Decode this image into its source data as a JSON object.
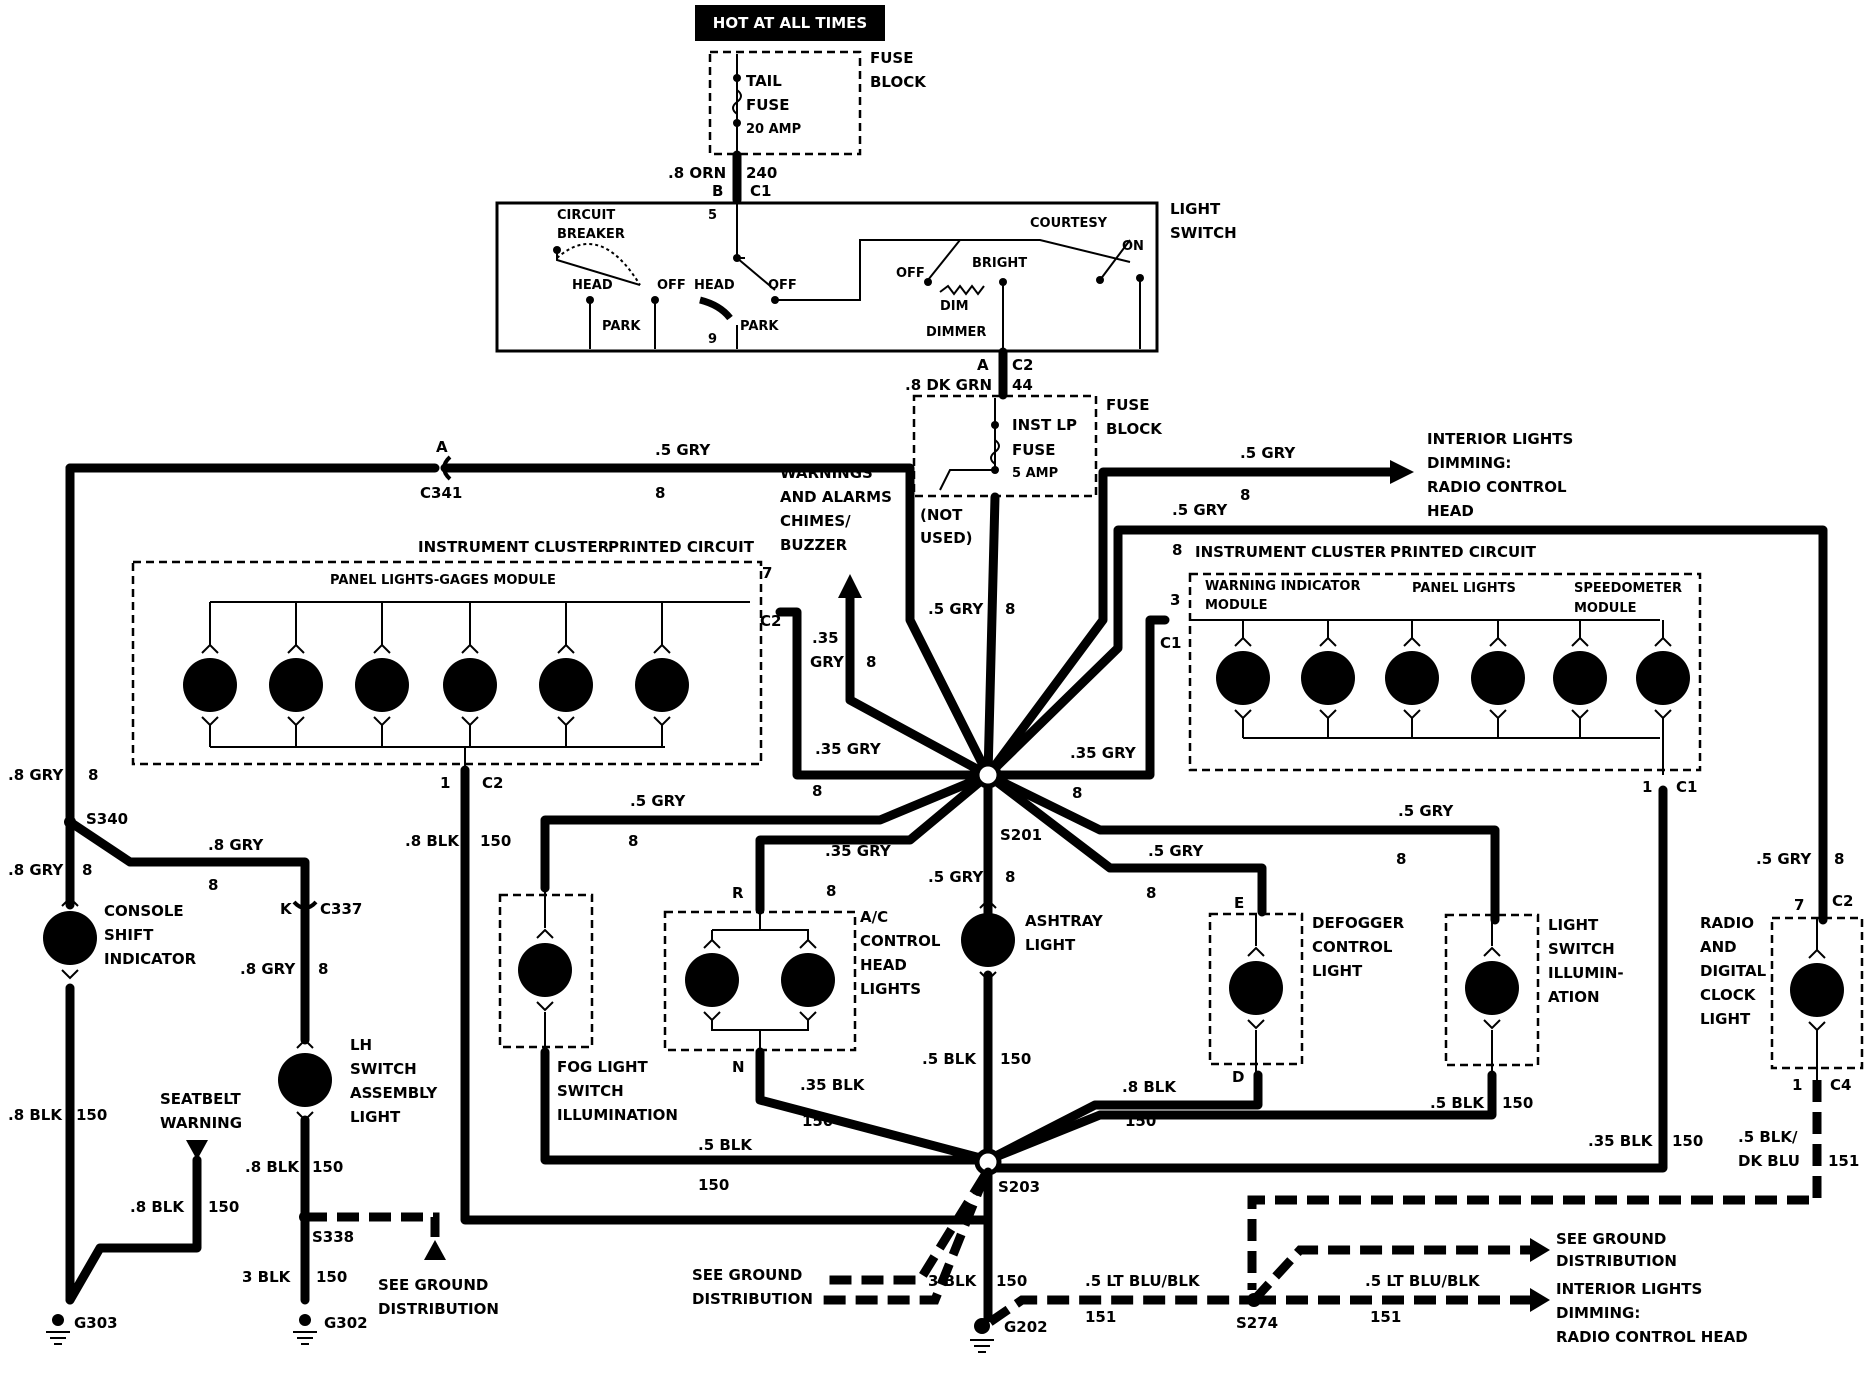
{
  "top_banner": "HOT AT ALL TIMES",
  "fuse_block_1": {
    "label_1": "FUSE",
    "label_2": "BLOCK",
    "fuse_1": "TAIL",
    "fuse_2": "FUSE",
    "fuse_3": "20 AMP"
  },
  "feed_wire": {
    "size": ".8 ORN",
    "circuit": "240",
    "pin": "B",
    "connector": "C1"
  },
  "light_switch": {
    "label_1": "LIGHT",
    "label_2": "SWITCH",
    "circuit_breaker_1": "CIRCUIT",
    "circuit_breaker_2": "BREAKER",
    "pin_5": "5",
    "pin_9": "9",
    "head_1": "HEAD",
    "off_1": "OFF",
    "park_1": "PARK",
    "head_2": "HEAD",
    "off_2": "OFF",
    "park_2": "PARK",
    "courtesy": "COURTESY",
    "on": "ON",
    "off_3": "OFF",
    "bright": "BRIGHT",
    "dim": "DIM",
    "dimmer": "DIMMER"
  },
  "switch_out": {
    "pin": "A",
    "connector": "C2",
    "circuit": "44",
    "size": ".8 DK GRN"
  },
  "fuse_block_2": {
    "label_1": "FUSE",
    "label_2": "BLOCK",
    "fuse_1": "INST LP",
    "fuse_2": "FUSE",
    "fuse_3": "5 AMP",
    "not_used_1": "(NOT",
    "not_used_2": "USED)"
  },
  "wires": {
    "gry5_top_left": ".5 GRY",
    "c8_a": "8",
    "c341_pin": "A",
    "c341": "C341",
    "gry5_right": ".5 GRY",
    "c8_b": "8",
    "gry5_right2": ".5 GRY",
    "c8_c": "8",
    "gry5_center": ".5 GRY",
    "c8_d": "8",
    "gry35_c2": ".35",
    "gry35_c2b": "GRY",
    "c8_e": "8",
    "gry35_left": ".35 GRY",
    "c8_f": "8",
    "gry35_right": ".35 GRY",
    "c8_g": "8",
    "gry8_left": ".8 GRY",
    "c8_h": "8",
    "gry8_s340": ".8 GRY",
    "c8_i": "8",
    "gry8_c337": ".8 GRY",
    "c8_j": "8",
    "gry8_c337b": ".8 GRY",
    "c8_k": "8",
    "gry5_fog": ".5 GRY",
    "c8_l": "8",
    "gry35_ac": ".35 GRY",
    "c8_m": "8",
    "gry5_ash": ".5 GRY",
    "c8_n": "8",
    "gry5_def": ".5 GRY",
    "c8_o": "8",
    "gry5_ls": ".5 GRY",
    "c8_p": "8",
    "gry5_radio": ".5 GRY",
    "c8_q": "8",
    "blk8_c2": ".8 BLK",
    "c150_a": "150",
    "blk8_left": ".8 BLK",
    "c150_b": "150",
    "blk8_seat": ".8 BLK",
    "c150_c": "150",
    "blk8_lh": ".8 BLK",
    "c150_d": "150",
    "blk3_g302": "3 BLK",
    "c150_e": "150",
    "blk5_fog": ".5 BLK",
    "c150_f": "150",
    "blk35_ac": ".35 BLK",
    "c150_g": "150",
    "blk5_ash": ".5 BLK",
    "c150_h": "150",
    "blk8_def": ".8 BLK",
    "c150_i": "150",
    "blk5_ls": ".5 BLK",
    "c150_j": "150",
    "blk35_c1": ".35 BLK",
    "c150_k": "150",
    "blk3_g202": "3 BLK",
    "c150_l": "150",
    "blk5_radio_1": ".5 BLK/",
    "blk5_radio_2": "DK BLU",
    "c151_a": "151",
    "ltblu_1": ".5 LT BLU/BLK",
    "c151_b": "151",
    "ltblu_2": ".5 LT BLU/BLK",
    "c151_c": "151"
  },
  "labels": {
    "warnings_1": "WARNINGS",
    "warnings_2": "AND ALARMS",
    "warnings_3": "CHIMES/",
    "warnings_4": "BUZZER",
    "radio_dim_1": "INTERIOR LIGHTS",
    "radio_dim_2": "DIMMING:",
    "radio_dim_3": "RADIO CONTROL",
    "radio_dim_4": "HEAD",
    "ic_left_title_1": "INSTRUMENT CLUSTER",
    "ic_left_title_2": "PRINTED CIRCUIT",
    "ic_left_module": "PANEL LIGHTS-GAGES MODULE",
    "ic_left_pin7": "7",
    "ic_left_c2": "C2",
    "ic_left_pin1": "1",
    "ic_left_c2b": "C2",
    "ic_right_title_1": "INSTRUMENT CLUSTER",
    "ic_right_title_2": "PRINTED CIRCUIT",
    "ic_right_m1a": "WARNING INDICATOR",
    "ic_right_m1b": "MODULE",
    "ic_right_m2": "PANEL LIGHTS",
    "ic_right_m3a": "SPEEDOMETER",
    "ic_right_m3b": "MODULE",
    "ic_right_pin3": "3",
    "ic_right_c1": "C1",
    "ic_right_pin1": "1",
    "ic_right_c1b": "C1",
    "s201": "S201",
    "s203": "S203",
    "s340": "S340",
    "s338": "S338",
    "s274": "S274",
    "c337_pin": "K",
    "c337": "C337",
    "console_1": "CONSOLE",
    "console_2": "SHIFT",
    "console_3": "INDICATOR",
    "lh_1": "LH",
    "lh_2": "SWITCH",
    "lh_3": "ASSEMBLY",
    "lh_4": "LIGHT",
    "seat_1": "SEATBELT",
    "seat_2": "WARNING",
    "fog_1": "FOG LIGHT",
    "fog_2": "SWITCH",
    "fog_3": "ILLUMINATION",
    "ac_pin_r": "R",
    "ac_pin_n": "N",
    "ac_1": "A/C",
    "ac_2": "CONTROL",
    "ac_3": "HEAD",
    "ac_4": "LIGHTS",
    "ash_1": "ASHTRAY",
    "ash_2": "LIGHT",
    "def_pin_e": "E",
    "def_pin_d": "D",
    "def_1": "DEFOGGER",
    "def_2": "CONTROL",
    "def_3": "LIGHT",
    "ls_1": "LIGHT",
    "ls_2": "SWITCH",
    "ls_3": "ILLUMIN-",
    "ls_4": "ATION",
    "radio_pin7": "7",
    "radio_c2": "C2",
    "radio_pin1": "1",
    "radio_c4": "C4",
    "radio_1": "RADIO",
    "radio_2": "AND",
    "radio_3": "DIGITAL",
    "radio_4": "CLOCK",
    "radio_5": "LIGHT",
    "gnd_a_1": "SEE GROUND",
    "gnd_a_2": "DISTRIBUTION",
    "gnd_b_1": "SEE GROUND",
    "gnd_b_2": "DISTRIBUTION",
    "gnd_c_1": "SEE GROUND",
    "gnd_c_2": "DISTRIBUTION",
    "dim2_1": "INTERIOR LIGHTS",
    "dim2_2": "DIMMING:",
    "dim2_3": "RADIO CONTROL HEAD",
    "g303": "G303",
    "g302": "G302",
    "g202": "G202"
  }
}
